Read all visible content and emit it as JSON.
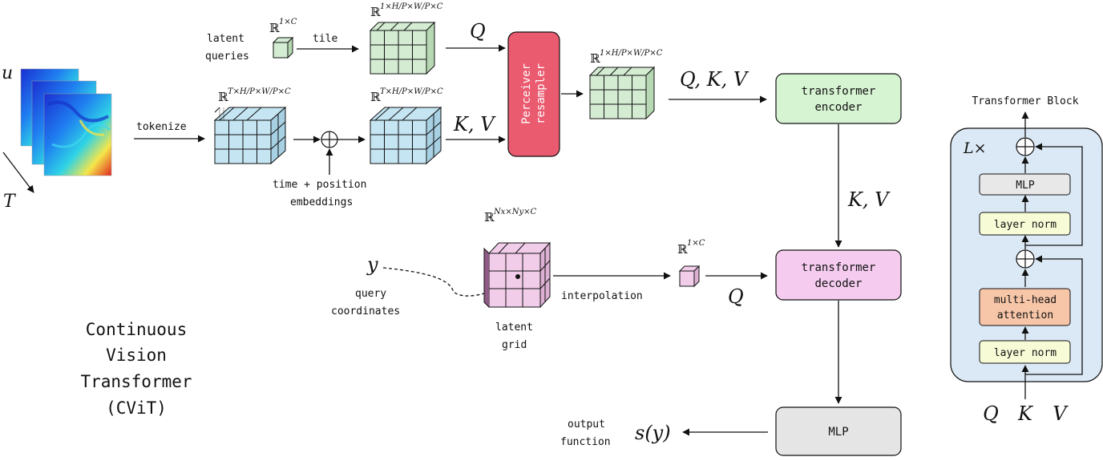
{
  "input": {
    "u_symbol": "u",
    "t_symbol": "T",
    "tokenize_label": "tokenize"
  },
  "latent_queries": {
    "label_line1": "latent",
    "label_line2": "queries",
    "space_base": "ℝ",
    "space_exp": "1×C",
    "tile_label": "tile"
  },
  "tiled_space": {
    "base": "ℝ",
    "exp": "1×H/P×W/P×C"
  },
  "token_space": {
    "base": "ℝ",
    "exp": "T×H/P×W/P×C"
  },
  "embedded_space": {
    "base": "ℝ",
    "exp": "T×H/P×W/P×C"
  },
  "embeddings": {
    "label_line1": "time + position",
    "label_line2": "embeddings"
  },
  "perceiver": {
    "label_line1": "Perceiver",
    "label_line2": "resampler",
    "q_label": "Q",
    "kv_label": "K, V"
  },
  "resampled_space": {
    "base": "ℝ",
    "exp": "1×H/P×W/P×C"
  },
  "encoder": {
    "label_line1": "transformer",
    "label_line2": "encoder",
    "qkv_label": "Q, K, V"
  },
  "decoder": {
    "label_line1": "transformer",
    "label_line2": "decoder",
    "kv_label": "K, V",
    "q_label": "Q"
  },
  "query": {
    "y_symbol": "y",
    "label_line1": "query",
    "label_line2": "coordinates"
  },
  "latent_grid": {
    "space_base": "ℝ",
    "space_exp": "Nx×Ny×C",
    "label_line1": "latent",
    "label_line2": "grid"
  },
  "interpolation": {
    "label": "interpolation",
    "space_base": "ℝ",
    "space_exp": "1×C"
  },
  "mlp": {
    "label": "MLP"
  },
  "output": {
    "label_line1": "output",
    "label_line2": "function",
    "symbol": "s(y)"
  },
  "title": {
    "line1": "Continuous",
    "line2": "Vision",
    "line3": "Transformer",
    "line4": "(CViT)"
  },
  "transformer_block": {
    "title": "Transformer Block",
    "repeat_label": "L×",
    "mlp_label": "MLP",
    "norm_top_label": "layer norm",
    "attention_line1": "multi-head",
    "attention_line2": "attention",
    "norm_bottom_label": "layer norm",
    "inputs": [
      "Q",
      "K",
      "V"
    ]
  },
  "colors": {
    "green_cube": "#d3ecd2",
    "blue_cube": "#c5e5f3",
    "pink_cube": "#f2cdea",
    "perceiver": "#ea5b6f",
    "encoder": "#d6f3d2",
    "decoder": "#f5ccef",
    "mlp": "#e5e5e5",
    "block_bg": "#dbe9f6",
    "block_norm": "#f7fbd6",
    "block_attention": "#f7c6a8",
    "block_mlp": "#e8e8e8"
  }
}
